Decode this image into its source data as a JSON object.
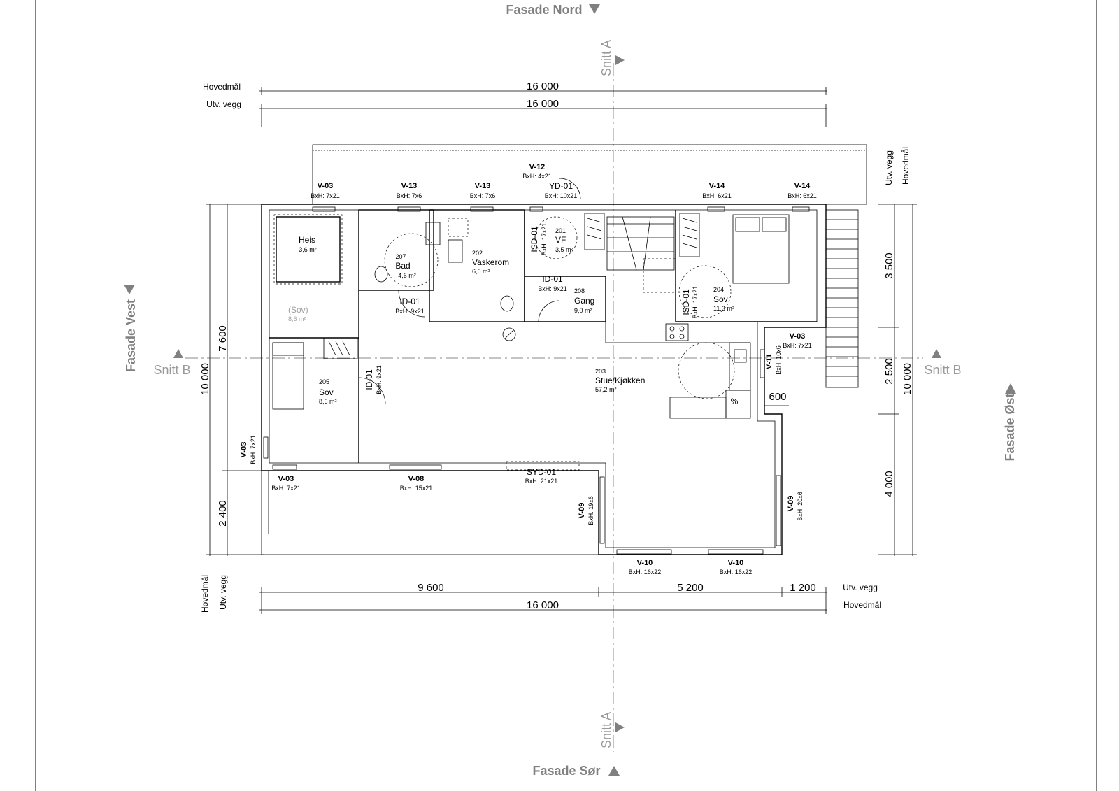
{
  "facades": {
    "north": "Fasade Nord",
    "south": "Fasade Sør",
    "west": "Fasade Vest",
    "east": "Fasade Øst"
  },
  "sections": {
    "a_top": "Snitt A",
    "a_bottom": "Snitt A",
    "b_left": "Snitt B",
    "b_right": "Snitt B"
  },
  "dimensions": {
    "top_main_label": "Hovedmål",
    "top_main_value": "16 000",
    "top_wall_label": "Utv. vegg",
    "top_wall_value": "16 000",
    "right_top_wall_label": "Utv. vegg",
    "right_top_main_label": "Hovedmål",
    "left_outer_7600": "7 600",
    "left_outer_2400": "2 400",
    "left_inner_10000": "10 000",
    "right_3500": "3 500",
    "right_2500": "2 500",
    "right_4000": "4 000",
    "right_10000": "10 000",
    "bottom_9600": "9 600",
    "bottom_5200": "5 200",
    "bottom_1200": "1 200",
    "bottom_16000": "16 000",
    "bottom_wall_label": "Utv. vegg",
    "bottom_main_label": "Hovedmål",
    "bottom_left_main_label": "Hovedmål",
    "bottom_left_wall_label": "Utv. vegg",
    "notch_600": "600"
  },
  "windows": {
    "w1": {
      "code": "V-03",
      "size": "BxH:  7x21"
    },
    "w2": {
      "code": "V-13",
      "size": "BxH:  7x6"
    },
    "w3": {
      "code": "V-13",
      "size": "BxH:  7x6"
    },
    "w4": {
      "code": "V-12",
      "size": "BxH:  4x21"
    },
    "w5": {
      "code": "V-14",
      "size": "BxH:  6x21"
    },
    "w6": {
      "code": "V-14",
      "size": "BxH:  6x21"
    },
    "w7": {
      "code": "V-03",
      "size": "BxH:  7x21"
    },
    "w8": {
      "code": "V-11",
      "size": "BxH:  10x6"
    },
    "w9": {
      "code": "V-03",
      "size": "BxH:  7x21"
    },
    "w10": {
      "code": "V-03",
      "size": "BxH:  7x21"
    },
    "w11": {
      "code": "V-08",
      "size": "BxH:  15x21"
    },
    "w12": {
      "code": "V-09",
      "size": "BxH:  19x6"
    },
    "w13": {
      "code": "V-09",
      "size": "BxH:  20x6"
    },
    "w14": {
      "code": "V-10",
      "size": "BxH:  16x22"
    },
    "w15": {
      "code": "V-10",
      "size": "BxH:  16x22"
    }
  },
  "doors": {
    "yd": {
      "code": "YD-01",
      "size": "BxH:  10x21"
    },
    "id_bad": {
      "code": "ID-01",
      "size": "BxH:  9x21"
    },
    "id_gang": {
      "code": "ID-01",
      "size": "BxH:  9x21"
    },
    "id_sov205": {
      "code": "ID-01",
      "size": "BxH:  9x21"
    },
    "isd_vf": {
      "code": "ISD-01",
      "size": "BxH:  17x21"
    },
    "isd_sov204": {
      "code": "ISD-01",
      "size": "BxH:  17x21"
    },
    "syd": {
      "code": "SYD-01",
      "size": "BxH:  21x21"
    }
  },
  "rooms": {
    "heis": {
      "num": "",
      "name": "Heis",
      "area": "3,6 m²"
    },
    "bad": {
      "num": "207",
      "name": "Bad",
      "area": "4,6 m²"
    },
    "vaskerom": {
      "num": "202",
      "name": "Vaskerom",
      "area": "6,6 m²"
    },
    "vf": {
      "num": "201",
      "name": "VF",
      "area": "3,5 m²"
    },
    "gang": {
      "num": "208",
      "name": "Gang",
      "area": "9,0 m²"
    },
    "sov204": {
      "num": "204",
      "name": "Sov",
      "area": "11,3 m²"
    },
    "sov_ghost": {
      "num": "",
      "name": "(Sov)",
      "area": "8,6 m²"
    },
    "sov205": {
      "num": "205",
      "name": "Sov",
      "area": "8,6 m²"
    },
    "stue": {
      "num": "203",
      "name": "Stue/Kjøkken",
      "area": "57,2 m²"
    }
  },
  "colors": {
    "wet_room": "#dde8f4",
    "facade_text": "#808080",
    "section_text": "#9a9a9a",
    "axis_line": "#8a8a8a"
  }
}
